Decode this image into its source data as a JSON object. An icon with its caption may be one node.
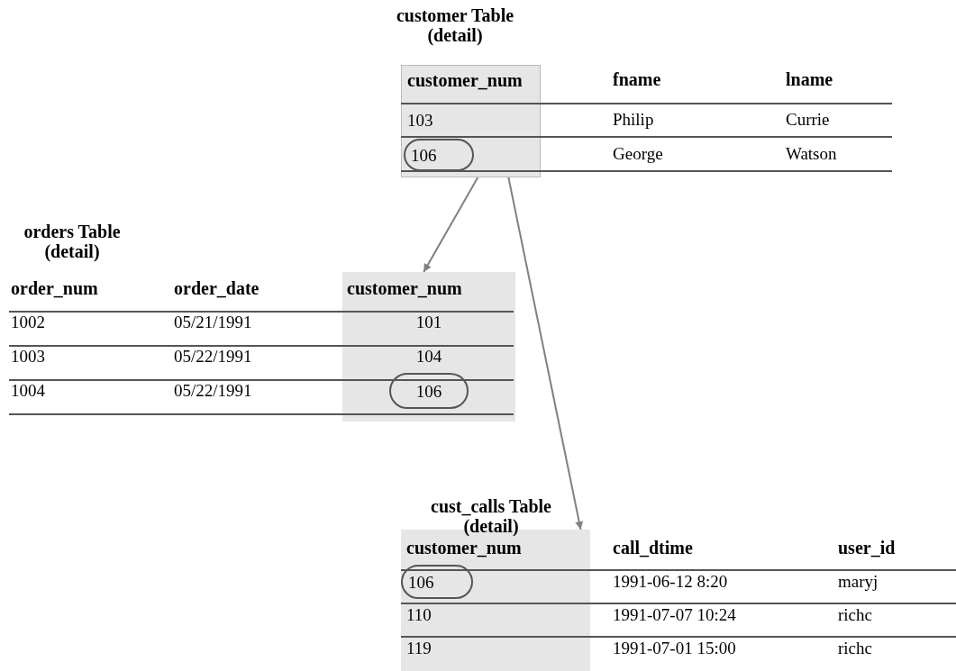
{
  "diagram": {
    "nodes": [
      {
        "text": [
          "customer Table (detail)",
          "fname",
          "lname",
          "Philip",
          "Currie",
          "George",
          "Watson"
        ]
      },
      {
        "text": [
          "customer_num",
          "103"
        ],
        "in": 0
      },
      {
        "text": [
          "106"
        ],
        "in": 1
      },
      {
        "text": [
          "orders Table (detail)",
          "order_num",
          "order_date",
          "1002",
          "05/21/1991",
          "1003",
          "05/22/1991",
          "1004",
          "05/22/1991"
        ]
      },
      {
        "text": [
          "customer_num",
          "101",
          "104"
        ],
        "in": 3
      },
      {
        "text": [
          "106"
        ],
        "in": 4
      },
      {
        "text": [
          "cust_calls Table (detail)",
          "call_dtime",
          "user_id",
          "1991-06-12 8:20",
          "maryj",
          "1991-07-07 10:24",
          "richc",
          "1991-07-01 15:00",
          "richc"
        ]
      },
      {
        "text": [
          "customer_num",
          "110",
          "119"
        ],
        "in": 6
      },
      {
        "text": [
          "106"
        ],
        "in": 7
      }
    ],
    "edges": [
      {
        "from": 1,
        "to": 4,
        "arrow": "to"
      },
      {
        "from": 1,
        "to": 7,
        "arrow": "to"
      }
    ]
  }
}
